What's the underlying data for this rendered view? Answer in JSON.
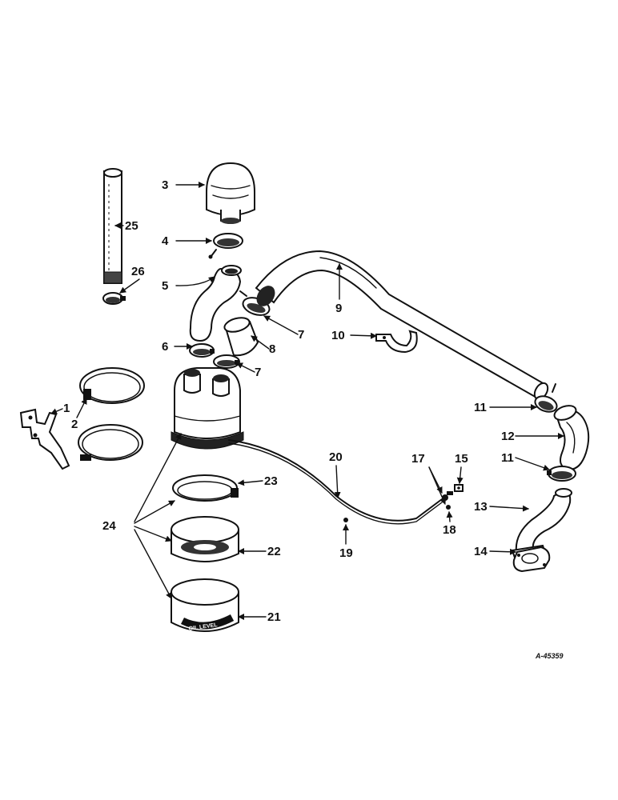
{
  "diagram": {
    "reference_code": "A-45359",
    "callouts": [
      "1",
      "2",
      "3",
      "4",
      "5",
      "6",
      "7",
      "7",
      "8",
      "9",
      "10",
      "11",
      "11",
      "12",
      "13",
      "14",
      "15",
      "17",
      "18",
      "19",
      "20",
      "21",
      "22",
      "23",
      "24",
      "25",
      "26"
    ]
  }
}
